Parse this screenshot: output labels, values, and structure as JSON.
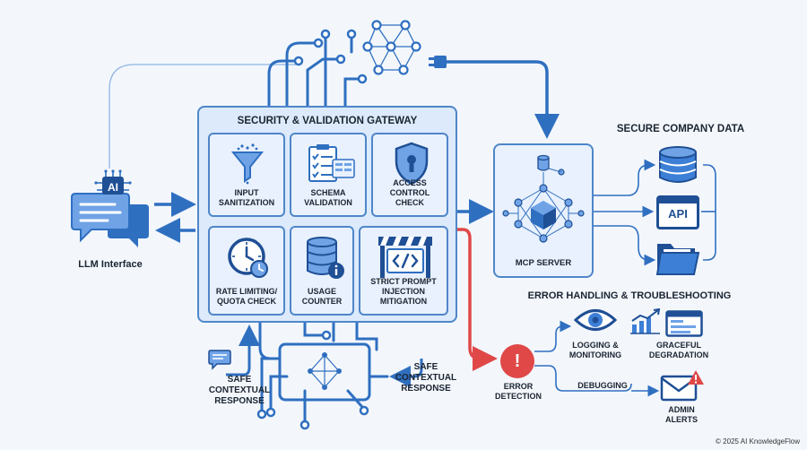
{
  "colors": {
    "accent": "#2f6fc0",
    "panel": "#dceafb",
    "card": "#e8f1fd",
    "error": "#e04848",
    "folder": "#3d7fd6"
  },
  "llm": {
    "label": "LLM Interface",
    "chip_text": "AI"
  },
  "gateway": {
    "title": "SECURITY & VALIDATION GATEWAY",
    "cards": [
      {
        "label": "INPUT\nSANITIZATION",
        "icon": "funnel-icon"
      },
      {
        "label": "SCHEMA\nVALIDATION",
        "icon": "checklist-icon"
      },
      {
        "label": "ACCESS CONTROL\nCHECK",
        "icon": "shield-lock-icon"
      },
      {
        "label": "RATE LIMITING/\nQUOTA CHECK",
        "icon": "clock-icon"
      },
      {
        "label": "USAGE\nCOUNTER",
        "icon": "database-info-icon"
      },
      {
        "label": "STRICT PROMPT\nINJECTION MITIGATION",
        "icon": "barrier-code-icon"
      }
    ]
  },
  "mcp": {
    "label": "MCP SERVER"
  },
  "company": {
    "title": "SECURE COMPANY DATA",
    "api_label": "API"
  },
  "responses": {
    "left": "SAFE\nCONTEXTUAL\nRESPONSE",
    "right": "SAFE\nCONTEXTUAL\nRESPONSE"
  },
  "errors": {
    "title": "ERROR HANDLING & TROUBLESHOOTING",
    "detection": "ERROR\nDETECTION",
    "detection_symbol": "!",
    "logging": "LOGGING &\nMONITORING",
    "degradation": "GRACEFUL\nDEGRADATION",
    "debugging": "DEBUGGING",
    "alerts": "ADMIN\nALERTS"
  },
  "footer": "© 2025 AI KnowledgeFlow"
}
